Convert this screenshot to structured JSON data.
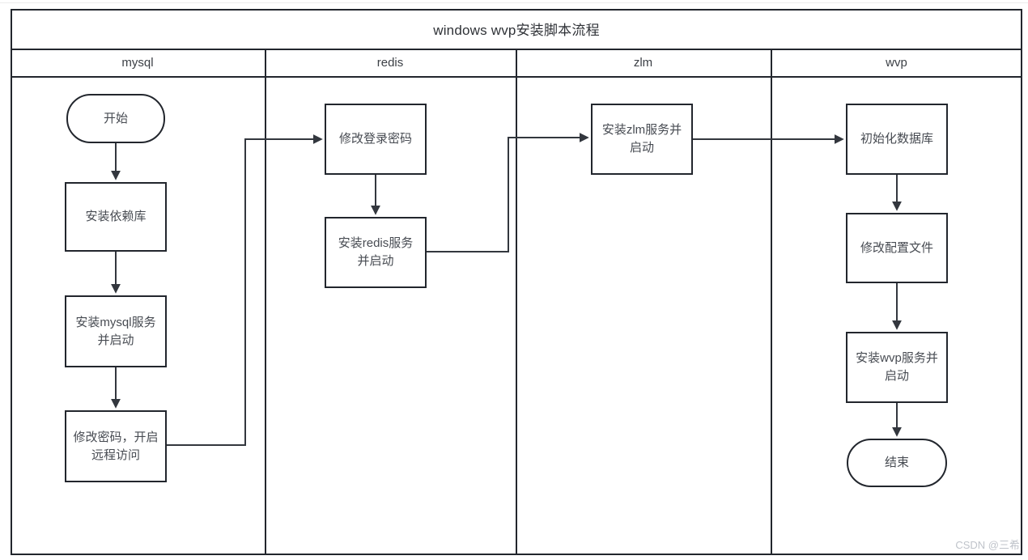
{
  "page": {
    "title": "windows wvp安装脚本流程",
    "watermark": "CSDN @三希"
  },
  "colors": {
    "line": "#22262d",
    "connector": "#33373e",
    "node_text": "#474b52",
    "title_text": "#2f3237",
    "watermark_text": "#bfc3ca",
    "background": "#ffffff"
  },
  "diagram_type": "swimlane-flowchart",
  "lanes": [
    {
      "label": "mysql",
      "nodes": [
        {
          "type": "terminator",
          "label": "开始"
        },
        {
          "type": "process",
          "label": "安装依赖库"
        },
        {
          "type": "process",
          "label": "安装mysql服务并启动"
        },
        {
          "type": "process",
          "label": "修改密码，开启远程访问"
        }
      ]
    },
    {
      "label": "redis",
      "nodes": [
        {
          "type": "process",
          "label": "修改登录密码"
        },
        {
          "type": "process",
          "label": "安装redis服务并启动"
        }
      ]
    },
    {
      "label": "zlm",
      "nodes": [
        {
          "type": "process",
          "label": "安装zlm服务并启动"
        }
      ]
    },
    {
      "label": "wvp",
      "nodes": [
        {
          "type": "process",
          "label": "初始化数据库"
        },
        {
          "type": "process",
          "label": "修改配置文件"
        },
        {
          "type": "process",
          "label": "安装wvp服务并启动"
        },
        {
          "type": "terminator",
          "label": "结束"
        }
      ]
    }
  ],
  "edges": [
    {
      "from": "开始",
      "to": "安装依赖库"
    },
    {
      "from": "安装依赖库",
      "to": "安装mysql服务并启动"
    },
    {
      "from": "安装mysql服务并启动",
      "to": "修改密码，开启远程访问"
    },
    {
      "from": "修改密码，开启远程访问",
      "to": "修改登录密码"
    },
    {
      "from": "修改登录密码",
      "to": "安装redis服务并启动"
    },
    {
      "from": "安装redis服务并启动",
      "to": "安装zlm服务并启动"
    },
    {
      "from": "安装zlm服务并启动",
      "to": "初始化数据库"
    },
    {
      "from": "初始化数据库",
      "to": "修改配置文件"
    },
    {
      "from": "修改配置文件",
      "to": "安装wvp服务并启动"
    },
    {
      "from": "安装wvp服务并启动",
      "to": "结束"
    }
  ]
}
